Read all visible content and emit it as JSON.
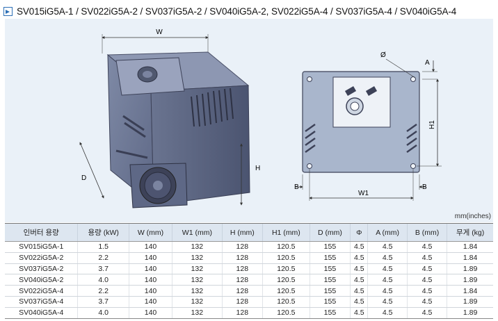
{
  "title": "SV015iG5A-1 / SV022iG5A-2 / SV037iG5A-2 / SV040iG5A-2,  SV022iG5A-4 / SV037iG5A-4 / SV040iG5A-4",
  "icon": "arrow-box-icon",
  "accent_color": "#2c6fb6",
  "diagram_labels": {
    "iso": {
      "width": "W",
      "height": "H",
      "depth": "D"
    },
    "front": {
      "hole": "Ø",
      "top_margin": "A",
      "hole_pitch_h": "H1",
      "hole_pitch_w": "W1",
      "bottom_left": "B",
      "bottom_right": "B"
    }
  },
  "unit_note": "mm(inches)",
  "table": {
    "headers": [
      "인버터 용량",
      "용량 (kW)",
      "W (mm)",
      "W1 (mm)",
      "H (mm)",
      "H1 (mm)",
      "D (mm)",
      "Φ",
      "A (mm)",
      "B (mm)",
      "무게 (kg)"
    ],
    "rows": [
      [
        "SV015iG5A-1",
        "1.5",
        "140",
        "132",
        "128",
        "120.5",
        "155",
        "4.5",
        "4.5",
        "4.5",
        "1.84"
      ],
      [
        "SV022iG5A-2",
        "2.2",
        "140",
        "132",
        "128",
        "120.5",
        "155",
        "4.5",
        "4.5",
        "4.5",
        "1.84"
      ],
      [
        "SV037iG5A-2",
        "3.7",
        "140",
        "132",
        "128",
        "120.5",
        "155",
        "4.5",
        "4.5",
        "4.5",
        "1.89"
      ],
      [
        "SV040iG5A-2",
        "4.0",
        "140",
        "132",
        "128",
        "120.5",
        "155",
        "4.5",
        "4.5",
        "4.5",
        "1.89"
      ],
      [
        "SV022iG5A-4",
        "2.2",
        "140",
        "132",
        "128",
        "120.5",
        "155",
        "4.5",
        "4.5",
        "4.5",
        "1.84"
      ],
      [
        "SV037iG5A-4",
        "3.7",
        "140",
        "132",
        "128",
        "120.5",
        "155",
        "4.5",
        "4.5",
        "4.5",
        "1.89"
      ],
      [
        "SV040iG5A-4",
        "4.0",
        "140",
        "132",
        "128",
        "120.5",
        "155",
        "4.5",
        "4.5",
        "4.5",
        "1.89"
      ]
    ]
  }
}
